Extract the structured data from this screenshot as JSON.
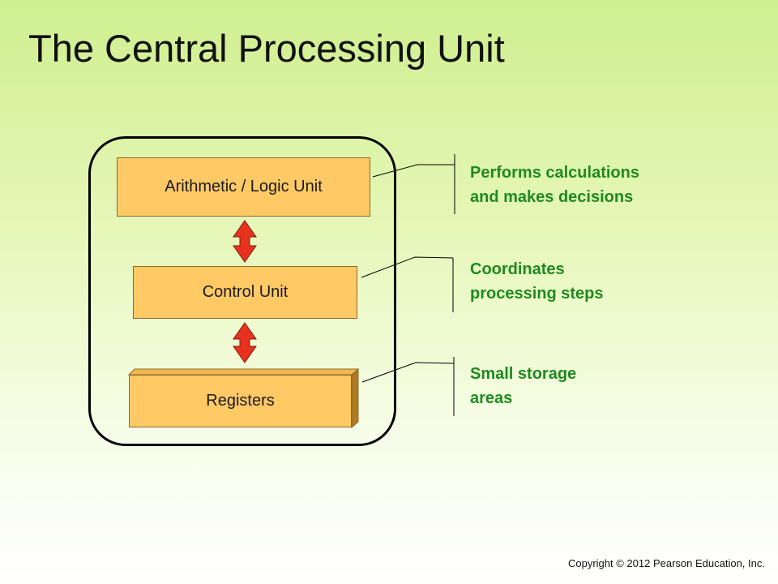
{
  "title": "The Central Processing Unit",
  "units": {
    "alu": "Arithmetic / Logic Unit",
    "control": "Control Unit",
    "registers": "Registers"
  },
  "descriptions": {
    "alu": [
      "Performs calculations",
      "and makes decisions"
    ],
    "control": [
      "Coordinates",
      "processing steps"
    ],
    "registers": [
      "Small storage",
      "areas"
    ]
  },
  "copyright": "Copyright © 2012 Pearson Education, Inc.",
  "colors": {
    "unit_fill": "#ffc966",
    "arrow_fill": "#e8321e",
    "description_text": "#1e8a1e"
  }
}
